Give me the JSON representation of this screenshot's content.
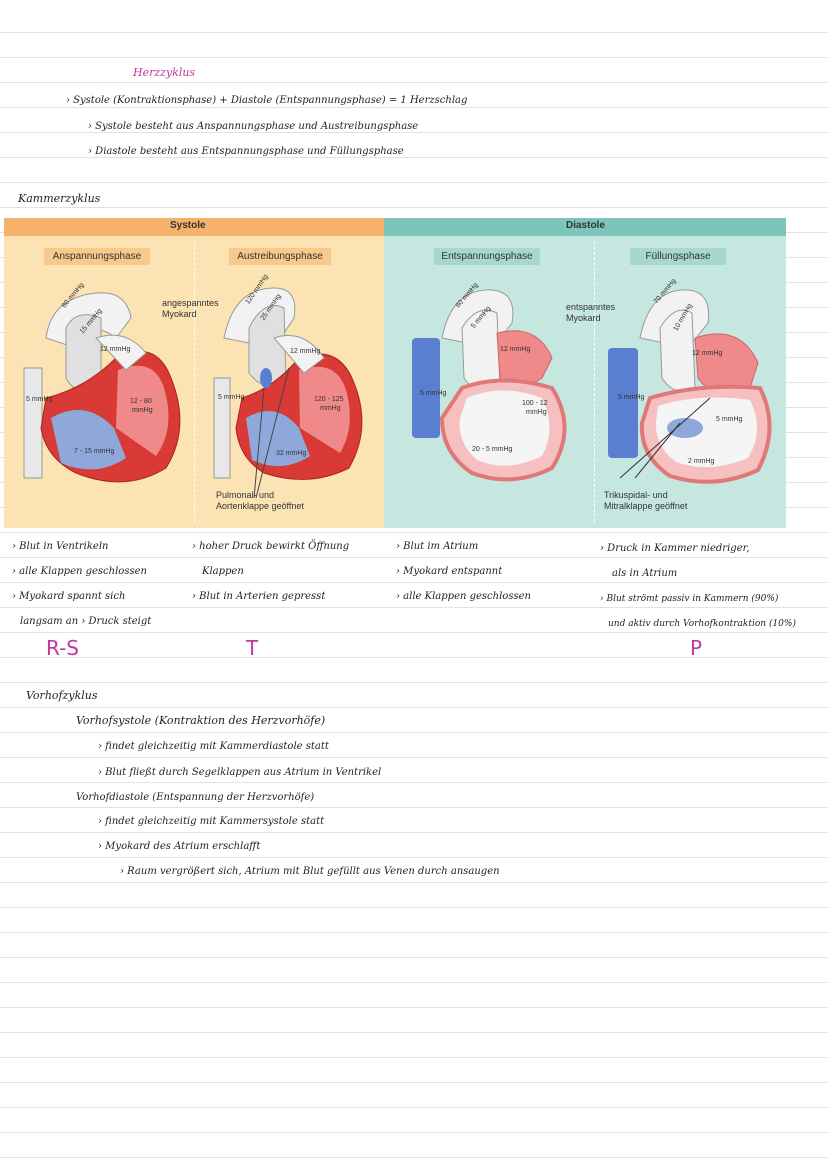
{
  "heading": "Herzzyklus",
  "intro": [
    "› Systole (Kontraktionsphase) + Diastole (Entspannungsphase) = 1 Herzschlag",
    "› Systole besteht aus Anspannungsphase und Austreibungsphase",
    "› Diastole besteht aus Entspannungsphase und Füllungsphase"
  ],
  "kammer_title": "Kammerzyklus",
  "figure": {
    "systole": "Systole",
    "diastole": "Diastole",
    "phases": [
      "Anspannungsphase",
      "Austreibungsphase",
      "Entspannungsphase",
      "Füllungsphase"
    ],
    "label_angespannt_1": "angespanntes",
    "label_angespannt_2": "Myokard",
    "label_entspannt_1": "entspanntes",
    "label_entspannt_2": "Myokard",
    "label_pulmonal_1": "Pulmonal- und",
    "label_pulmonal_2": "Aortenklappe geöffnet",
    "label_trikuspidal_1": "Trikuspidal- und",
    "label_trikuspidal_2": "Mitralklappe geöffnet",
    "h1": {
      "a": "80 mmHg",
      "b": "15 mmHg",
      "c": "12 mmHg",
      "d": "5 mmHg",
      "e": "12 - 80",
      "f": "mmHg",
      "g": "7 - 15 mmHg"
    },
    "h2": {
      "a": "120 mmHg",
      "b": "25 mmHg",
      "c": "12 mmHg",
      "d": "5 mmHg",
      "e": "120 - 125",
      "f": "mmHg",
      "g": "32 mmHg"
    },
    "h3": {
      "a": "80 mmHg",
      "b": "5 mmHg",
      "c": "12 mmHg",
      "d": "5 mmHg",
      "e": "100 - 12",
      "f": "mmHg",
      "g": "20 - 5 mmHg"
    },
    "h4": {
      "a": "70 mmHg",
      "b": "10 mmHg",
      "c": "12 mmHg",
      "d": "5 mmHg",
      "e": "5 mmHg",
      "g": "2 mmHg"
    }
  },
  "col1": [
    "› Blut in Ventrikeln",
    "› alle Klappen geschlossen",
    "› Myokard spannt sich",
    "langsam an › Druck steigt"
  ],
  "col2": [
    "› hoher Druck bewirkt Öffnung",
    "Klappen",
    "› Blut in Arterien gepresst"
  ],
  "col3": [
    "› Blut im Atrium",
    "› Myokard entspannt",
    "› alle Klappen geschlossen"
  ],
  "col4": [
    "› Druck in Kammer niedriger,",
    "als in Atrium",
    "› Blut strömt passiv in Kammern (90%)",
    "und aktiv durch Vorhofkontraktion (10%)"
  ],
  "mark_rs": "R-S",
  "mark_t": "T",
  "mark_p": "P",
  "vorhof_title": "Vorhofzyklus",
  "vorhof_systole": "Vorhofsystole (Kontraktion des Herzvorhöfe)",
  "vorhof_systole_items": [
    "› findet gleichzeitig mit Kammerdiastole statt",
    "› Blut fließt durch Segelklappen aus Atrium in Ventrikel"
  ],
  "vorhof_diastole": "Vorhofdiastole (Entspannung der Herzvorhöfe)",
  "vorhof_diastole_items": [
    "› findet gleichzeitig mit Kammersystole statt",
    "› Myokard des Atrium erschlafft"
  ],
  "vorhof_detail": "› Raum vergrößert sich, Atrium mit Blut gefüllt aus Venen durch ansaugen",
  "colors": {
    "accent": "#c0389e",
    "systole": "#f5b26a",
    "diastole": "#7cc5ba"
  }
}
